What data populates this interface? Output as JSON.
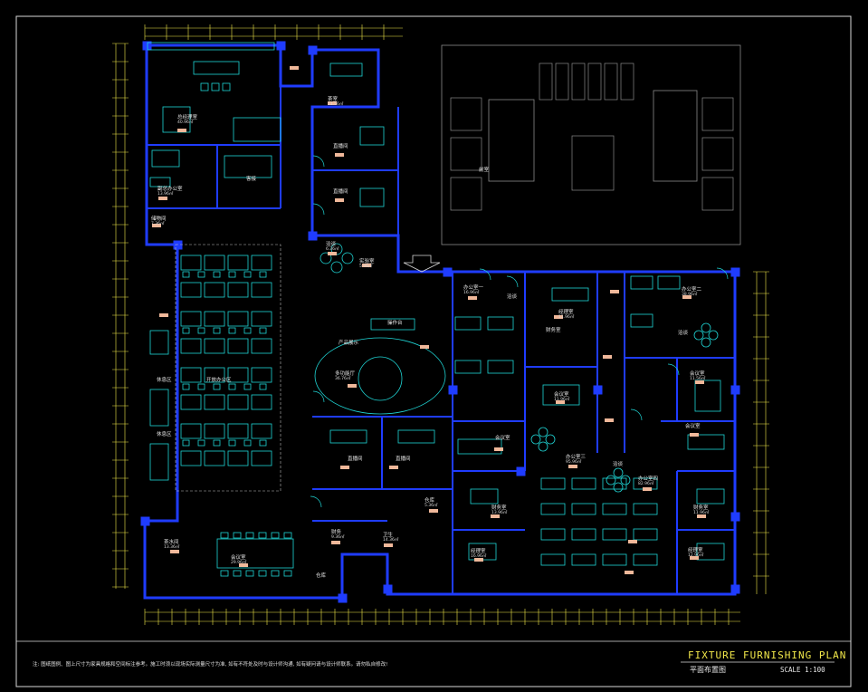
{
  "drawing": {
    "title_en": "FIXTURE FURNISHING PLAN",
    "title_cn": "平面布置图",
    "scale": "SCALE 1:100",
    "note": "注: 图纸图例、图上尺寸为家具规格和空间标注参考。施工时须以现场实际测量尺寸为准, 如有不符处及时与设计师沟通, 如有疑问请与设计师联系。请勿私自修改!",
    "colors": {
      "background": "#000000",
      "wall": "#1f3cff",
      "furniture": "#1fd5d5",
      "dim_line": "#f2e84a",
      "text": "#e8e8e8",
      "accent": "#f0b89a",
      "frame": "#d8d8d8"
    }
  },
  "rooms": [
    {
      "id": "gm-office",
      "name": "总经理室",
      "area": "40.96㎡"
    },
    {
      "id": "deputy-gm-office",
      "name": "副总办公室",
      "area": "13.96㎡"
    },
    {
      "id": "reception",
      "name": "客接",
      "area": ""
    },
    {
      "id": "storage-a",
      "name": "储物间",
      "area": "7.36㎡"
    },
    {
      "id": "tea-room",
      "name": "茶室",
      "area": "11.56㎡"
    },
    {
      "id": "live-room-1",
      "name": "直播间",
      "area": ""
    },
    {
      "id": "live-room-2",
      "name": "直播间",
      "area": ""
    },
    {
      "id": "lounge-stair",
      "name": "洽谈",
      "area": "6.36㎡"
    },
    {
      "id": "lab",
      "name": "实验室",
      "area": "5.96㎡"
    },
    {
      "id": "open-office",
      "name": "开放办公区",
      "area": ""
    },
    {
      "id": "rest-area-1",
      "name": "休息区",
      "area": ""
    },
    {
      "id": "rest-area-2",
      "name": "休息区",
      "area": ""
    },
    {
      "id": "product-display",
      "name": "产品展示",
      "area": ""
    },
    {
      "id": "console",
      "name": "操作台",
      "area": ""
    },
    {
      "id": "multi-hall",
      "name": "多功能厅",
      "area": "36.76㎡"
    },
    {
      "id": "live-room-3",
      "name": "直播间",
      "area": ""
    },
    {
      "id": "live-room-4",
      "name": "直播间",
      "area": ""
    },
    {
      "id": "warehouse",
      "name": "仓库",
      "area": "5.36㎡"
    },
    {
      "id": "tea-water",
      "name": "茶水间",
      "area": "13.36㎡"
    },
    {
      "id": "meeting-room-large",
      "name": "会议室",
      "area": "29.96㎡"
    },
    {
      "id": "finance-a",
      "name": "财务",
      "area": "9.36㎡"
    },
    {
      "id": "toilet-a",
      "name": "卫生",
      "area": "14.36㎡"
    },
    {
      "id": "warehouse-b",
      "name": "仓库",
      "area": ""
    },
    {
      "id": "office-1",
      "name": "办公室一",
      "area": "16.96㎡"
    },
    {
      "id": "gm-room-1",
      "name": "经理室",
      "area": "11.96㎡"
    },
    {
      "id": "negotiation-1",
      "name": "洽谈",
      "area": ""
    },
    {
      "id": "finance-b",
      "name": "财务室",
      "area": ""
    },
    {
      "id": "meeting-room-2",
      "name": "会议室",
      "area": "11.96㎡"
    },
    {
      "id": "meeting-room-3",
      "name": "会议室",
      "area": ""
    },
    {
      "id": "finance-c",
      "name": "财务室",
      "area": "13.96㎡"
    },
    {
      "id": "gm-room-2",
      "name": "经理室",
      "area": "16.96㎡"
    },
    {
      "id": "office-3",
      "name": "办公室三",
      "area": "95.96㎡"
    },
    {
      "id": "negotiation-3",
      "name": "洽谈",
      "area": ""
    },
    {
      "id": "office-2",
      "name": "办公室二",
      "area": "38.96㎡"
    },
    {
      "id": "negotiation-2",
      "name": "洽谈",
      "area": ""
    },
    {
      "id": "meeting-room-4",
      "name": "会议室",
      "area": "11.56㎡"
    },
    {
      "id": "meeting-room-5",
      "name": "会议室",
      "area": ""
    },
    {
      "id": "office-4",
      "name": "办公室四",
      "area": "82.96㎡"
    },
    {
      "id": "finance-d",
      "name": "财务室",
      "area": "11.96㎡"
    },
    {
      "id": "gm-room-3",
      "name": "经理室",
      "area": "12.96㎡"
    },
    {
      "id": "core-room",
      "name": "前室",
      "area": ""
    }
  ]
}
